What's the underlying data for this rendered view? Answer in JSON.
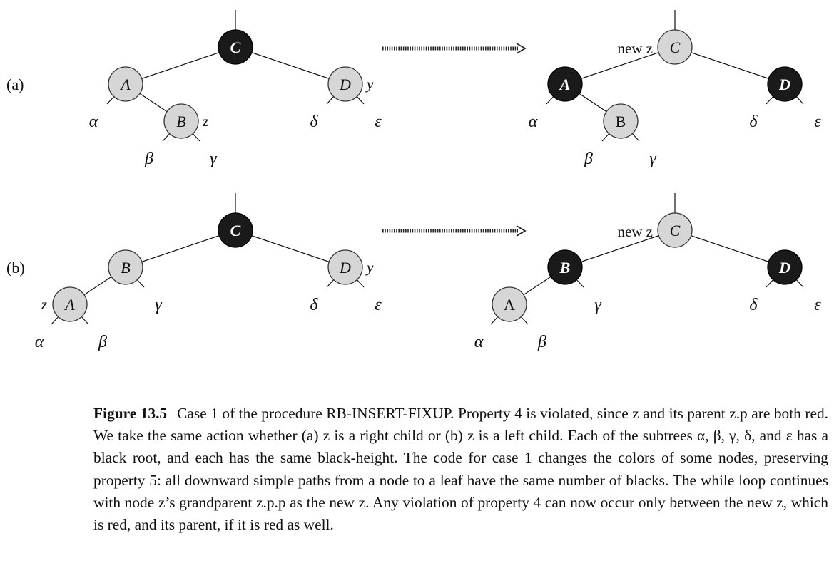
{
  "panels": [
    {
      "label": "(a)",
      "before": {
        "nodes": [
          {
            "id": "C",
            "text": "C",
            "color": "black"
          },
          {
            "id": "A",
            "text": "A",
            "color": "red"
          },
          {
            "id": "B",
            "text": "B",
            "color": "red",
            "tag": "z"
          },
          {
            "id": "D",
            "text": "D",
            "color": "red",
            "tag": "y"
          }
        ],
        "subtrees": [
          "α",
          "β",
          "γ",
          "δ",
          "ε"
        ]
      },
      "after": {
        "nodes": [
          {
            "id": "C",
            "text": "C",
            "color": "red",
            "tag": "new z"
          },
          {
            "id": "A",
            "text": "A",
            "color": "black"
          },
          {
            "id": "B",
            "text": "B",
            "color": "red"
          },
          {
            "id": "D",
            "text": "D",
            "color": "black"
          }
        ],
        "subtrees": [
          "α",
          "β",
          "γ",
          "δ",
          "ε"
        ]
      }
    },
    {
      "label": "(b)",
      "before": {
        "nodes": [
          {
            "id": "C",
            "text": "C",
            "color": "black"
          },
          {
            "id": "B",
            "text": "B",
            "color": "red"
          },
          {
            "id": "A",
            "text": "A",
            "color": "red",
            "tag": "z"
          },
          {
            "id": "D",
            "text": "D",
            "color": "red",
            "tag": "y"
          }
        ],
        "subtrees": [
          "α",
          "β",
          "γ",
          "δ",
          "ε"
        ]
      },
      "after": {
        "nodes": [
          {
            "id": "C",
            "text": "C",
            "color": "red",
            "tag": "new z"
          },
          {
            "id": "B",
            "text": "B",
            "color": "black"
          },
          {
            "id": "A",
            "text": "A",
            "color": "red"
          },
          {
            "id": "D",
            "text": "D",
            "color": "black"
          }
        ],
        "subtrees": [
          "α",
          "β",
          "γ",
          "δ",
          "ε"
        ]
      }
    }
  ],
  "colors": {
    "red_node_fill": "#d6d6d6",
    "black_node_fill": "#1a1a1a"
  },
  "caption": {
    "label": "Figure 13.5",
    "text": "Case 1 of the procedure RB-INSERT-FIXUP. Property 4 is violated, since z and its parent z.p are both red. We take the same action whether (a) z is a right child or (b) z is a left child. Each of the subtrees α, β, γ, δ, and ε has a black root, and each has the same black-height. The code for case 1 changes the colors of some nodes, preserving property 5: all downward simple paths from a node to a leaf have the same number of blacks. The while loop continues with node z’s grandparent z.p.p as the new z. Any violation of property 4 can now occur only between the new z, which is red, and its parent, if it is red as well."
  }
}
